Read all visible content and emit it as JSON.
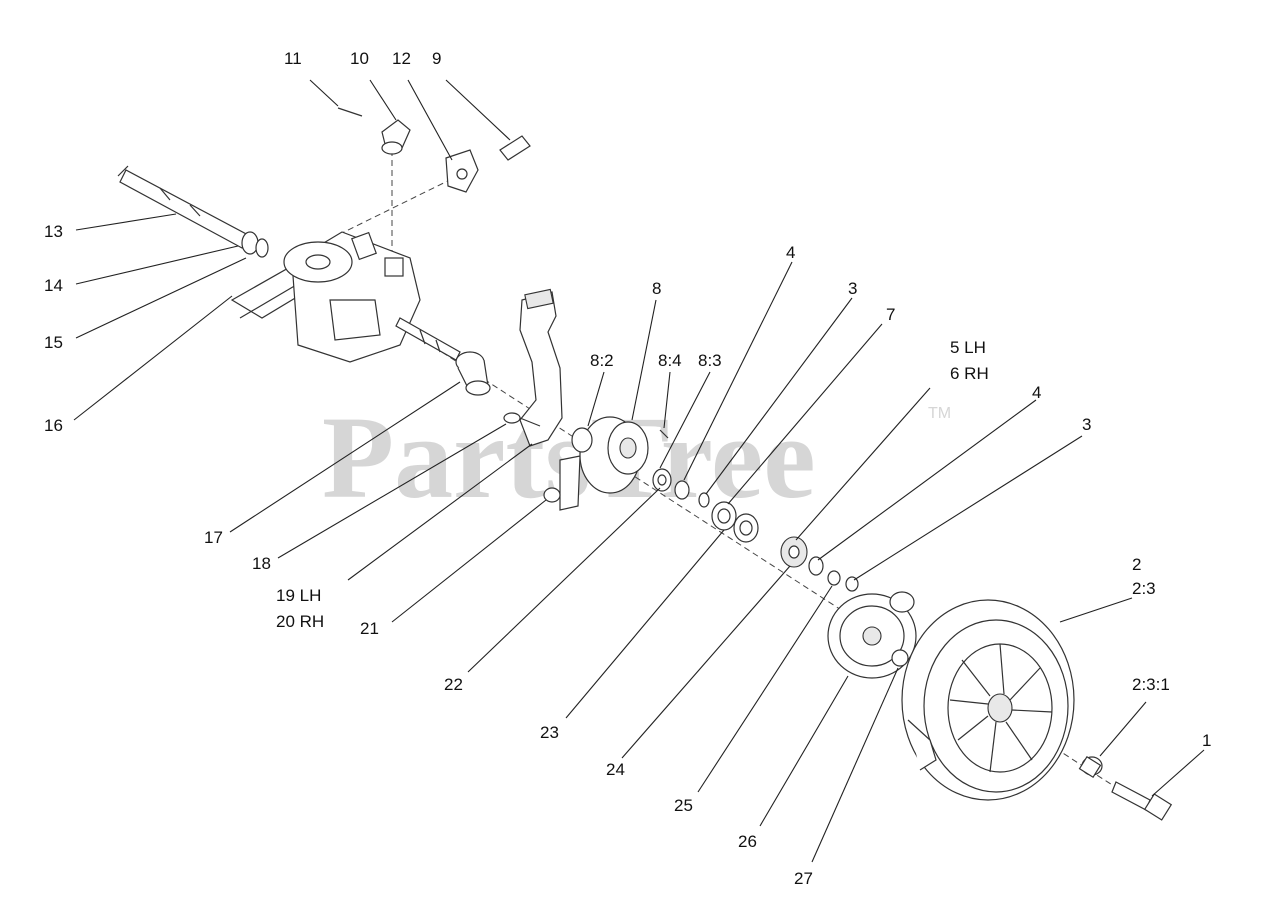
{
  "watermark": {
    "text": "PartsTree",
    "tm": "TM"
  },
  "callouts": [
    {
      "id": "c11",
      "text": "11"
    },
    {
      "id": "c10",
      "text": "10"
    },
    {
      "id": "c12",
      "text": "12"
    },
    {
      "id": "c9",
      "text": "9"
    },
    {
      "id": "c13",
      "text": "13"
    },
    {
      "id": "c14",
      "text": "14"
    },
    {
      "id": "c15",
      "text": "15"
    },
    {
      "id": "c16",
      "text": "16"
    },
    {
      "id": "c17",
      "text": "17"
    },
    {
      "id": "c18",
      "text": "18"
    },
    {
      "id": "c19",
      "text": "19 LH"
    },
    {
      "id": "c20",
      "text": "20 RH"
    },
    {
      "id": "c21",
      "text": "21"
    },
    {
      "id": "c22",
      "text": "22"
    },
    {
      "id": "c23",
      "text": "23"
    },
    {
      "id": "c24",
      "text": "24"
    },
    {
      "id": "c25",
      "text": "25"
    },
    {
      "id": "c26",
      "text": "26"
    },
    {
      "id": "c27",
      "text": "27"
    },
    {
      "id": "c8",
      "text": "8"
    },
    {
      "id": "c82",
      "text": "8:2"
    },
    {
      "id": "c84",
      "text": "8:4"
    },
    {
      "id": "c83",
      "text": "8:3"
    },
    {
      "id": "c4a",
      "text": "4"
    },
    {
      "id": "c3a",
      "text": "3"
    },
    {
      "id": "c7",
      "text": "7"
    },
    {
      "id": "c5",
      "text": "5 LH"
    },
    {
      "id": "c6",
      "text": "6 RH"
    },
    {
      "id": "c4b",
      "text": "4"
    },
    {
      "id": "c3b",
      "text": "3"
    },
    {
      "id": "c2",
      "text": "2"
    },
    {
      "id": "c23s",
      "text": "2:3"
    },
    {
      "id": "c231",
      "text": "2:3:1"
    },
    {
      "id": "c1",
      "text": "1"
    }
  ]
}
